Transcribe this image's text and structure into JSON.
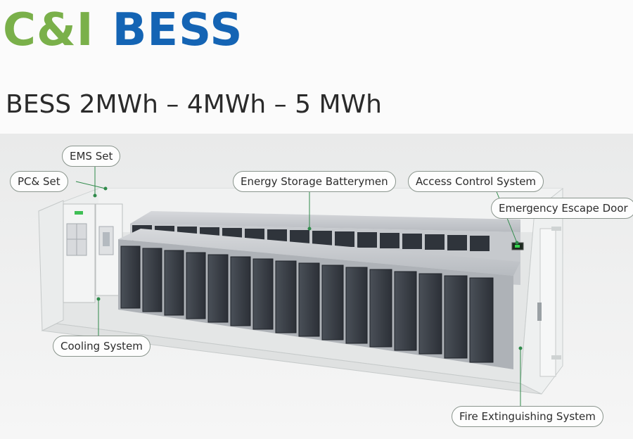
{
  "header": {
    "brand_left": "C&I",
    "brand_right": "BESS",
    "subtitle": "BESS 2MWh – 4MWh – 5 MWh",
    "brand_left_color": "#7ab04a",
    "brand_right_color": "#1464b4"
  },
  "labels": {
    "ems_set": "EMS Set",
    "pcs_set": "PC& Set",
    "energy_storage": "Energy Storage Batterymen",
    "access_control": "Access Control System",
    "emergency_door": "Emergency Escape Door",
    "cooling": "Cooling System",
    "fire": "Fire Extinguishing System"
  },
  "diagram": {
    "front_cabinets": 16,
    "back_cabinets": 16
  }
}
